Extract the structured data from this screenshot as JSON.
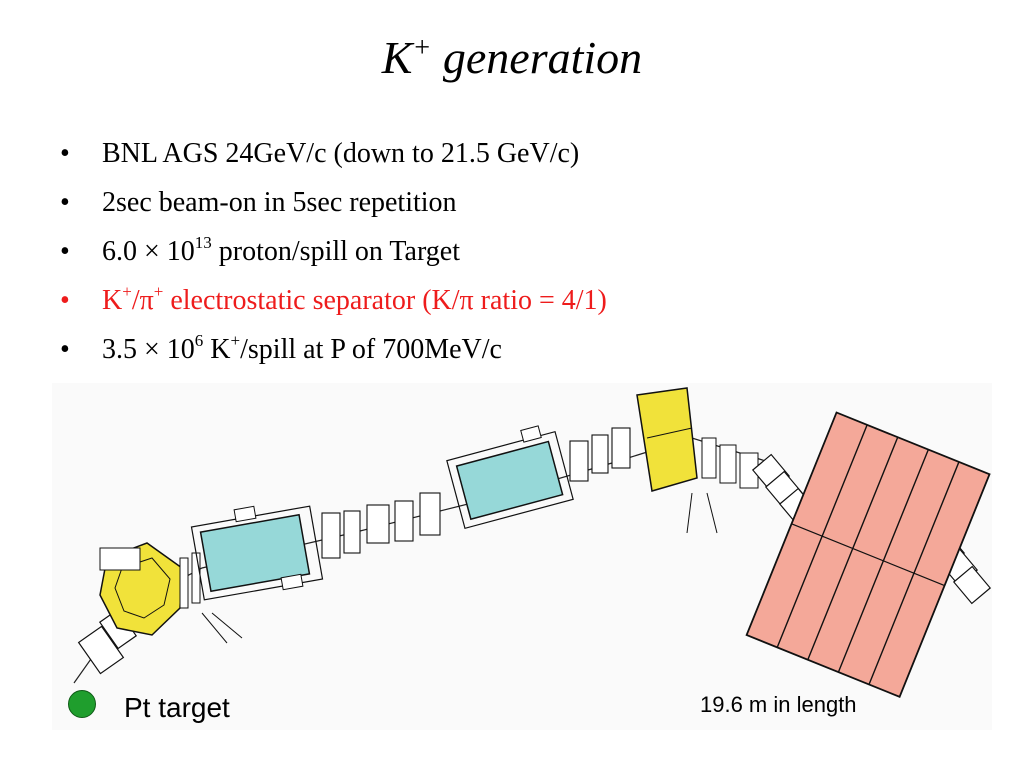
{
  "slide": {
    "title_main": "K",
    "title_sup": "+",
    "title_rest": " generation"
  },
  "bullets": [
    {
      "marker": "•",
      "text": "BNL AGS 24GeV/c (down to  21.5 GeV/c)"
    },
    {
      "marker": "•",
      "text": "2sec beam-on in 5sec repetition"
    },
    {
      "marker": "•",
      "pre": "6.0 × 10",
      "sup": "13",
      "post": " proton/spill on Target"
    },
    {
      "marker": "•",
      "k": "K",
      "sup1": "+",
      "mid": "/π",
      "sup2": "+",
      "post": " electrostatic separator  (K/π ratio = 4/1)",
      "color": "#ee1c1c"
    },
    {
      "marker": "•",
      "pre": "3.5 × 10",
      "sup": "6",
      "mid": " K",
      "sup2": "+",
      "post": "/spill at P of 700MeV/c"
    }
  ],
  "diagram": {
    "target_label": "Pt target",
    "length_label": "19.6 m in length",
    "colors": {
      "target": "#1f9e2d",
      "magnet_yellow": "#f1e23a",
      "separator_cyan": "#96d8d8",
      "detector_salmon": "#f4a899"
    }
  }
}
